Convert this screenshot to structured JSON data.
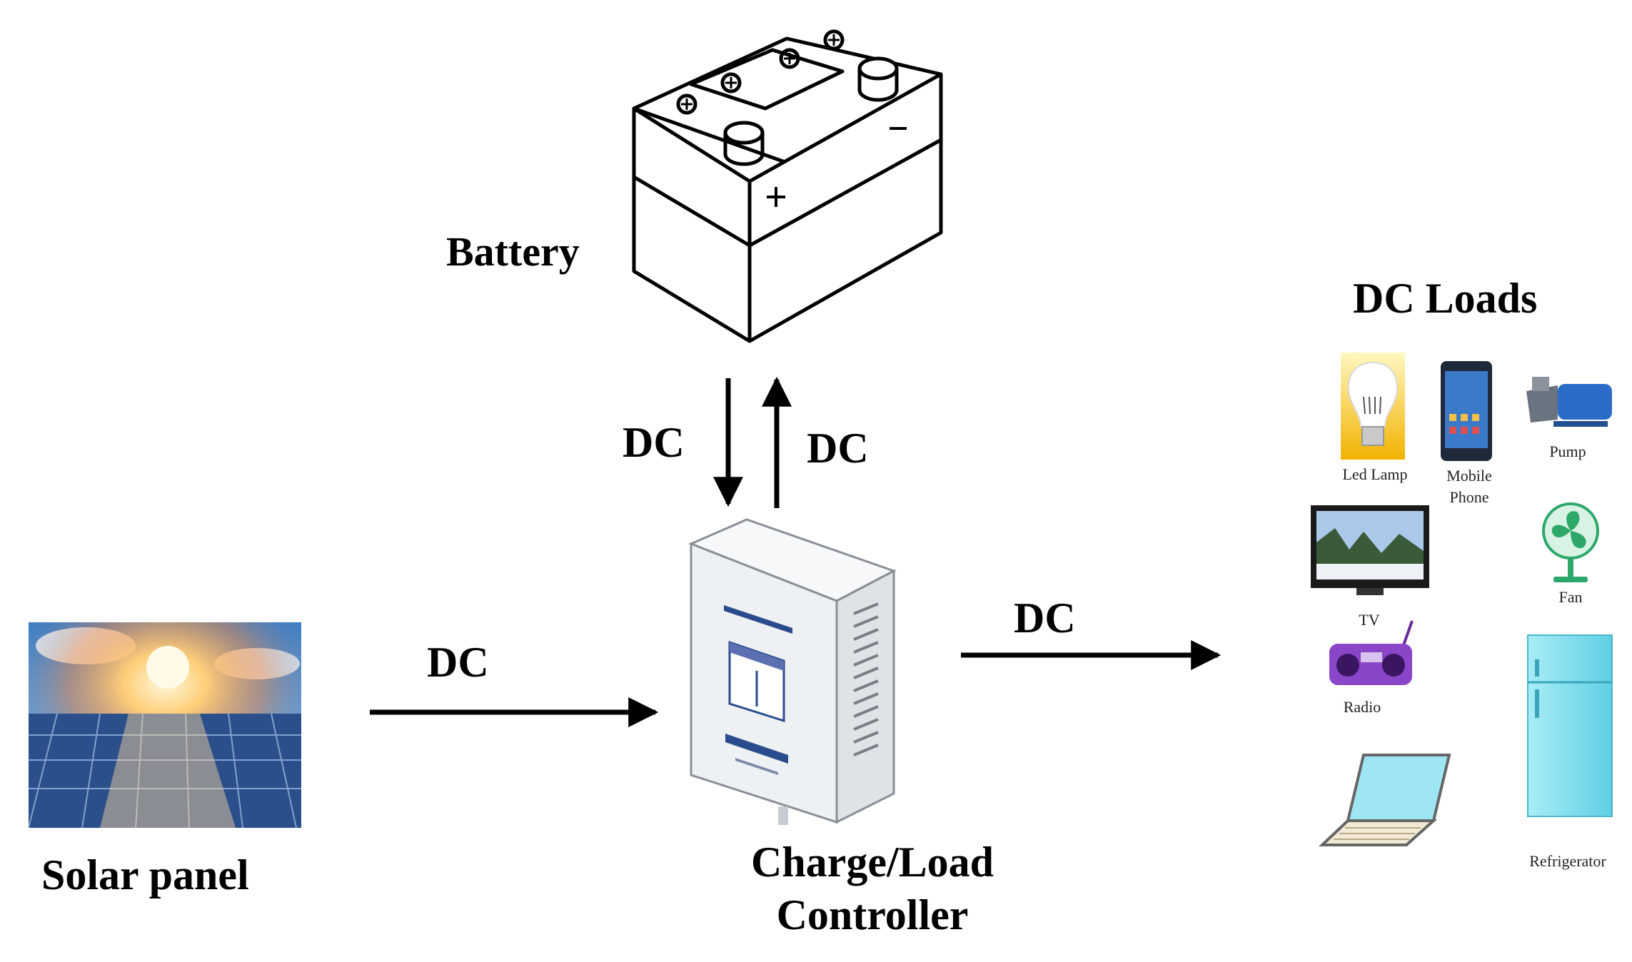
{
  "components": {
    "battery": "Battery",
    "solar_panel": "Solar panel",
    "controller_line1": "Charge/Load",
    "controller_line2": "Controller",
    "dc_loads_title": "DC Loads"
  },
  "flows": {
    "battery_to_controller": "DC",
    "controller_to_battery": "DC",
    "panel_to_controller": "DC",
    "controller_to_loads": "DC"
  },
  "loads": {
    "led_lamp": "Led Lamp",
    "mobile_phone_line1": "Mobile",
    "mobile_phone_line2": "Phone",
    "pump": "Pump",
    "tv": "TV",
    "fan": "Fan",
    "radio": "Radio",
    "refrigerator": "Refrigerator"
  },
  "colors": {
    "ink": "#000000",
    "sky": "#4a86c8",
    "sun": "#ffd27a",
    "panel_cell": "#2b4f8a",
    "controller_body": "#eef1f4",
    "controller_accent": "#2a4c8c",
    "lamp_glow": "#f7c300",
    "radio": "#8a45c8",
    "fridge": "#7fe0f0",
    "laptop_screen": "#9fe6f5",
    "fan": "#2ea86a",
    "pump": "#2a6cc8"
  }
}
